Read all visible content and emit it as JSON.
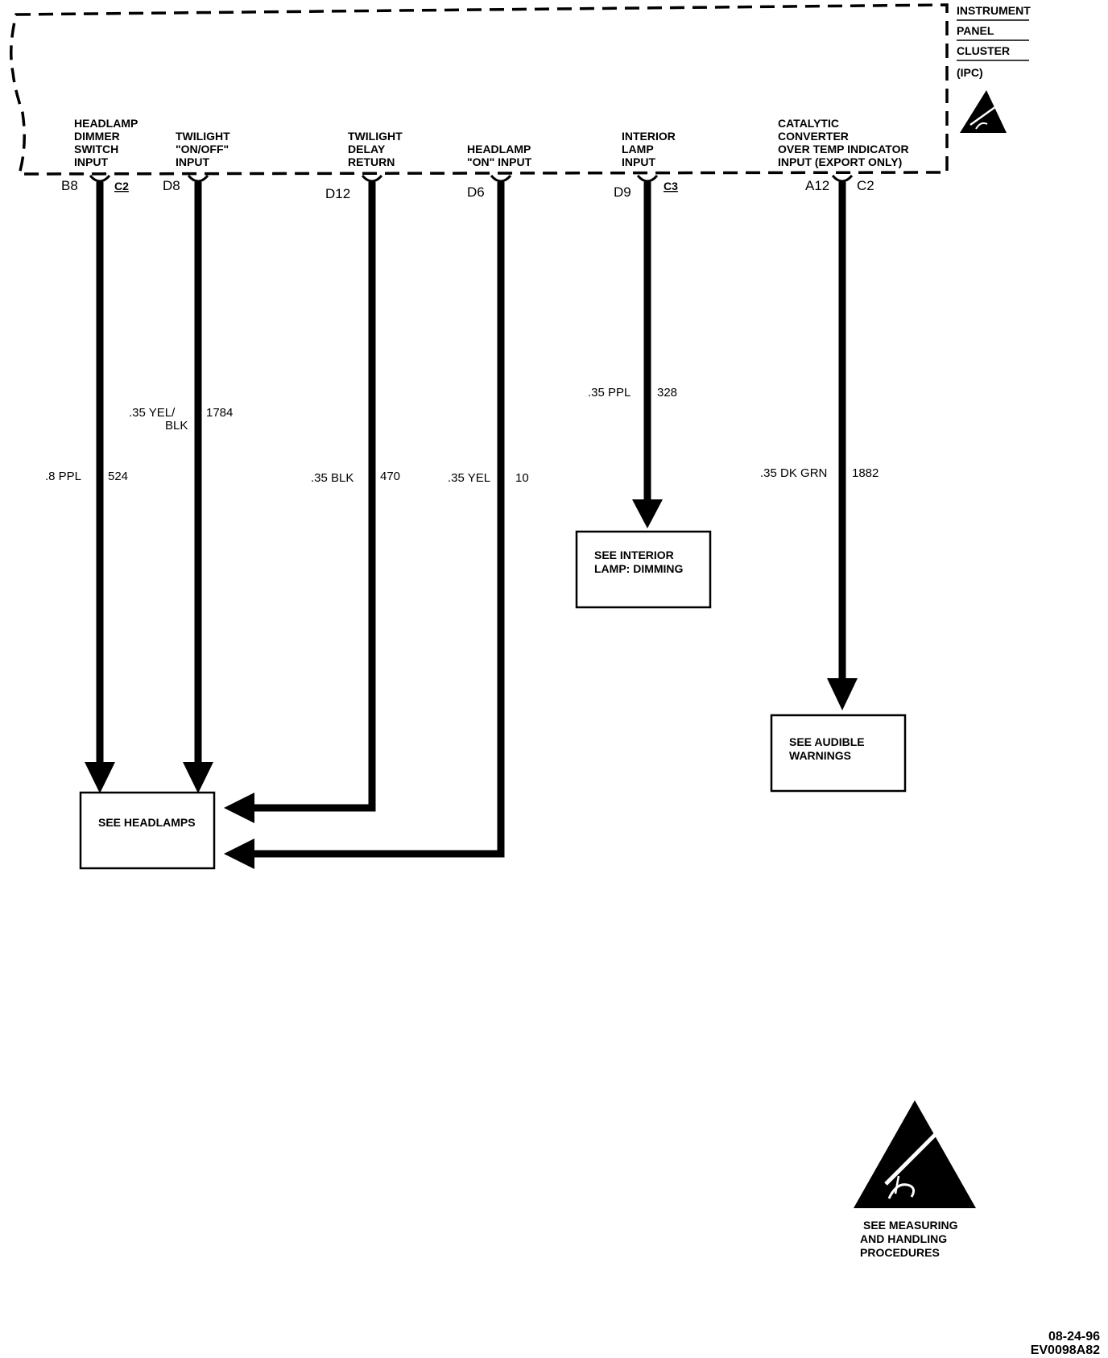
{
  "component": {
    "name_lines": [
      "INSTRUMENT",
      "PANEL",
      "CLUSTER",
      "(IPC)"
    ],
    "esd_icon": "esd-warning-icon"
  },
  "circuits": [
    {
      "label_lines": [
        "HEADLAMP",
        "DIMMER",
        "SWITCH",
        "INPUT"
      ],
      "pin": "B8",
      "connector": "C2",
      "wire_size_color": ".8 PPL",
      "circuit_number": "524"
    },
    {
      "label_lines": [
        "TWILIGHT",
        "\"ON/OFF\"",
        "INPUT"
      ],
      "pin": "D8",
      "connector": "",
      "wire_size_color_lines": [
        ".35 YEL/",
        "BLK"
      ],
      "circuit_number": "1784"
    },
    {
      "label_lines": [
        "TWILIGHT",
        "DELAY",
        "RETURN"
      ],
      "pin": "D12",
      "connector": "",
      "wire_size_color": ".35 BLK",
      "circuit_number": "470"
    },
    {
      "label_lines": [
        "HEADLAMP",
        "\"ON\" INPUT"
      ],
      "pin": "D6",
      "connector": "",
      "wire_size_color": ".35 YEL",
      "circuit_number": "10"
    },
    {
      "label_lines": [
        "INTERIOR",
        "LAMP",
        "INPUT"
      ],
      "pin": "D9",
      "connector": "C3",
      "wire_size_color": ".35 PPL",
      "circuit_number": "328"
    },
    {
      "label_lines": [
        "CATALYTIC",
        "CONVERTER",
        "OVER TEMP INDICATOR",
        "INPUT (EXPORT ONLY)"
      ],
      "pin": "A12",
      "connector": "C2",
      "wire_size_color": ".35 DK GRN",
      "circuit_number": "1882"
    }
  ],
  "references": {
    "headlamps": [
      "SEE HEADLAMPS"
    ],
    "interior_lamp": [
      "SEE INTERIOR",
      "LAMP: DIMMING"
    ],
    "audible_warnings": [
      "SEE AUDIBLE",
      "WARNINGS"
    ]
  },
  "esd_notice": {
    "icon": "esd-warning-icon",
    "lines": [
      "SEE MEASURING",
      "AND HANDLING",
      "PROCEDURES"
    ]
  },
  "stamp": {
    "date": "08-24-96",
    "code": "EV0098A82"
  }
}
